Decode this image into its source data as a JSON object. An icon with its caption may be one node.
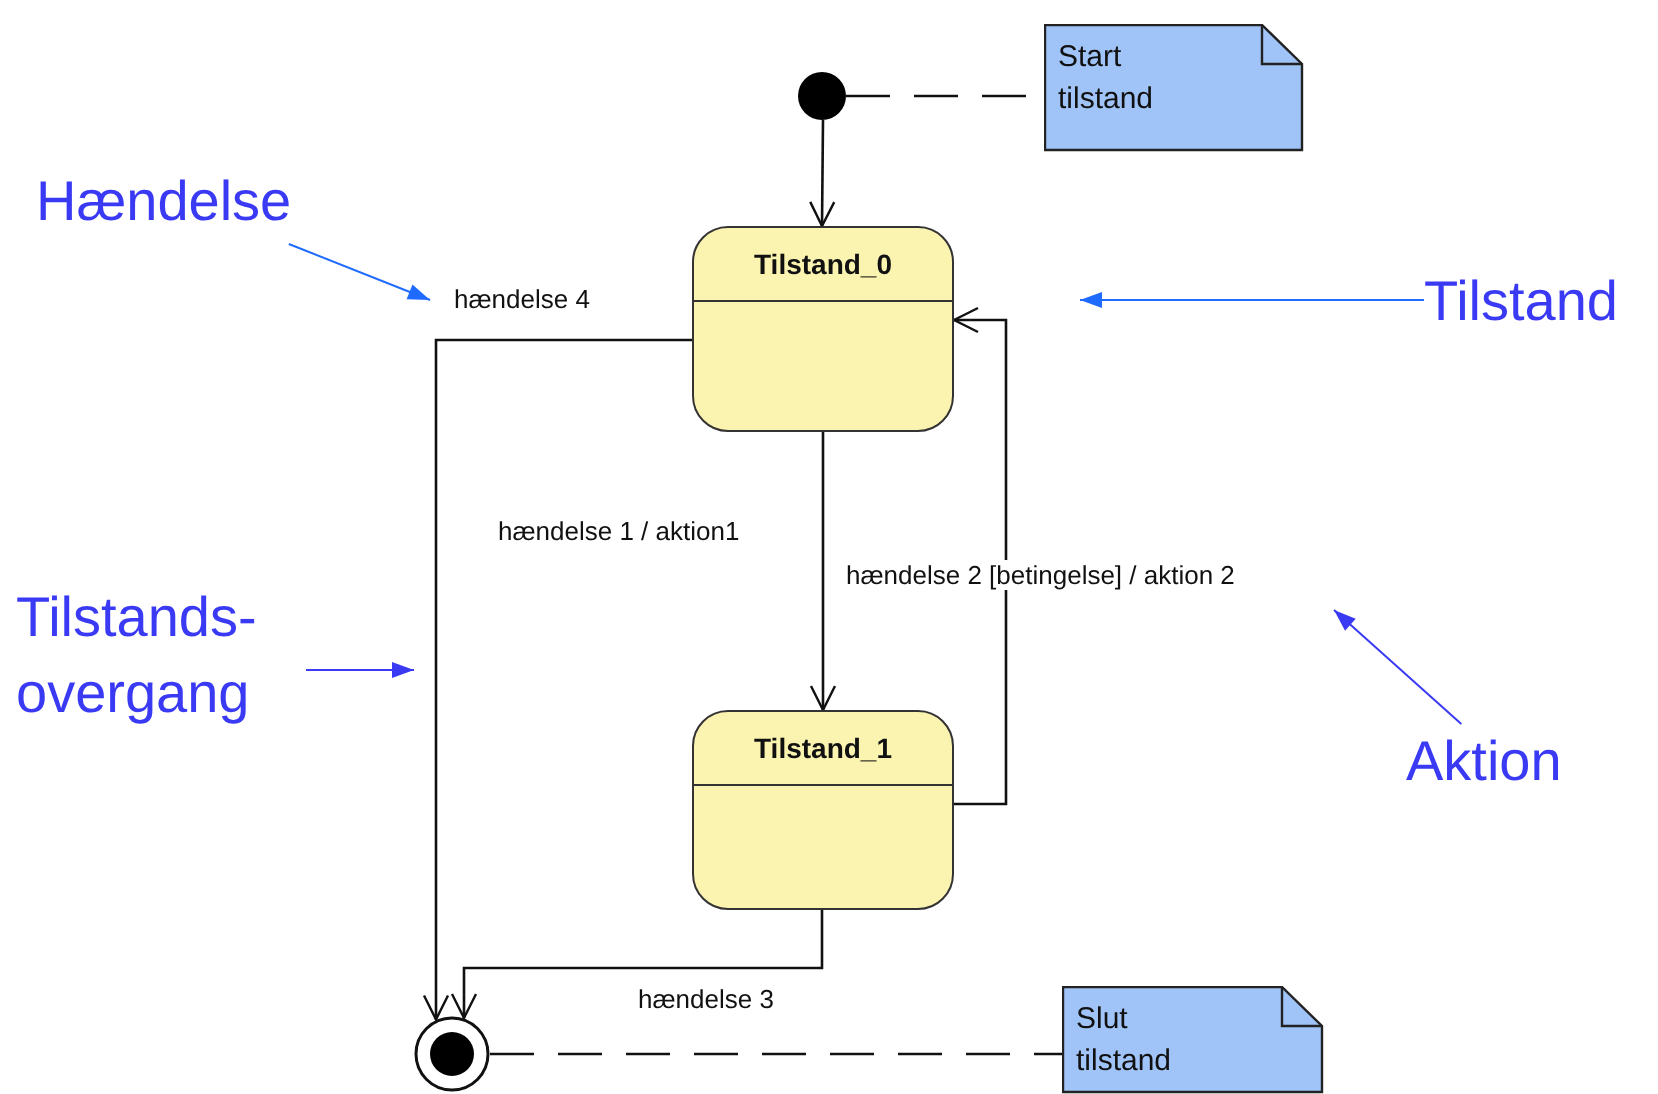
{
  "diagram": {
    "nodes": [
      {
        "text": [],
        "shape": "circle"
      },
      {
        "text": [
          "Start tilstand"
        ]
      },
      {
        "text": [
          "Tilstand_0"
        ]
      },
      {
        "text": [
          "Tilstand_1"
        ]
      },
      {
        "text": [],
        "shape": "circle"
      },
      {
        "text": [
          "Slut tilstand"
        ]
      },
      {
        "text": [
          "Hændelse"
        ]
      },
      {
        "text": [
          "Tilstand"
        ]
      },
      {
        "text": [
          "Tilstands- overgang"
        ]
      },
      {
        "text": [
          "Aktion"
        ]
      }
    ],
    "edges": [
      {
        "from": 0,
        "to": 2,
        "arrow": "to"
      },
      {
        "from": 0,
        "to": 1,
        "arrow": "none",
        "style": "dashed"
      },
      {
        "from": 2,
        "to": 4,
        "arrow": "to",
        "label": "hændelse 4"
      },
      {
        "from": 2,
        "to": 3,
        "arrow": "to",
        "label": "hændelse 1 / aktion1"
      },
      {
        "from": 3,
        "to": 2,
        "arrow": "to",
        "label": "hændelse 2 [betingelse] / aktion 2"
      },
      {
        "from": 3,
        "to": 4,
        "arrow": "to",
        "label": "hændelse 3"
      },
      {
        "from": 4,
        "to": 5,
        "arrow": "none",
        "style": "dashed"
      },
      {
        "from": 6,
        "to": null,
        "arrow": "to",
        "color": "#1f6bff"
      },
      {
        "from": 7,
        "to": null,
        "arrow": "to",
        "color": "#1f6bff"
      },
      {
        "from": 8,
        "to": null,
        "arrow": "to",
        "color": "#3a3af5"
      },
      {
        "from": 9,
        "to": null,
        "arrow": "to",
        "color": "#3a3af5"
      }
    ]
  }
}
